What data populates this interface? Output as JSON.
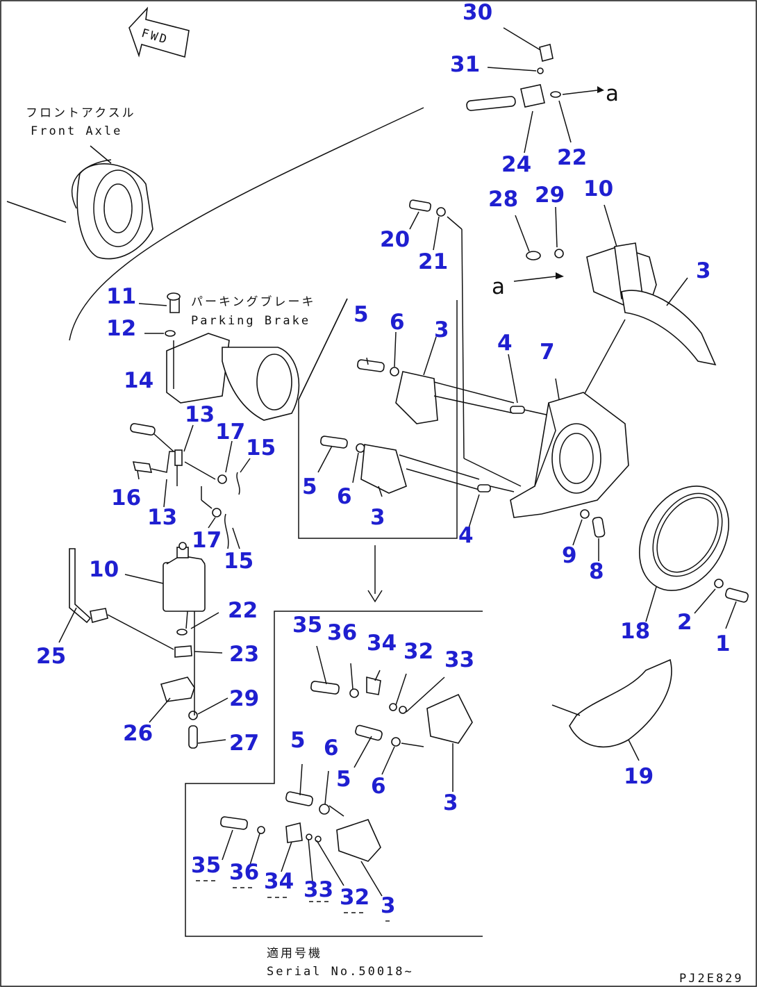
{
  "fwd_label": "FWD",
  "front_axle": {
    "jp": "フロントアクスル",
    "en": "Front Axle"
  },
  "parking_brake": {
    "jp": "パーキングブレーキ",
    "en": "Parking Brake"
  },
  "serial_note": {
    "jp": "適用号機",
    "en": "Serial No.50018~"
  },
  "drawing_code": "PJ2E829",
  "arrow_ref": "a",
  "part_numbers": {
    "p30": "30",
    "p31": "31",
    "p24": "24",
    "p22a": "22",
    "p28": "28",
    "p29a": "29",
    "p10a": "10",
    "p3a": "3",
    "p20": "20",
    "p21": "21",
    "p11": "11",
    "p12": "12",
    "p5a": "5",
    "p6a": "6",
    "p3b": "3",
    "p4a": "4",
    "p7": "7",
    "p14": "14",
    "p13a": "13",
    "p17a": "17",
    "p15a": "15",
    "p5b": "5",
    "p6b": "6",
    "p3c": "3",
    "p4b": "4",
    "p16": "16",
    "p13b": "13",
    "p17b": "17",
    "p15b": "15",
    "p9": "9",
    "p8": "8",
    "p10b": "10",
    "p22b": "22",
    "p23": "23",
    "p25": "25",
    "p29b": "29",
    "p26": "26",
    "p27": "27",
    "p18": "18",
    "p2": "2",
    "p1": "1",
    "p19": "19",
    "p35a": "35",
    "p36a": "36",
    "p34a": "34",
    "p32a": "32",
    "p33a": "33",
    "p5c": "5",
    "p6c": "6",
    "p5d": "5",
    "p6d": "6",
    "p3d": "3",
    "p35b": "35",
    "p36b": "36",
    "p34b": "34",
    "p33b": "33",
    "p32b": "32",
    "p3e": "3"
  }
}
